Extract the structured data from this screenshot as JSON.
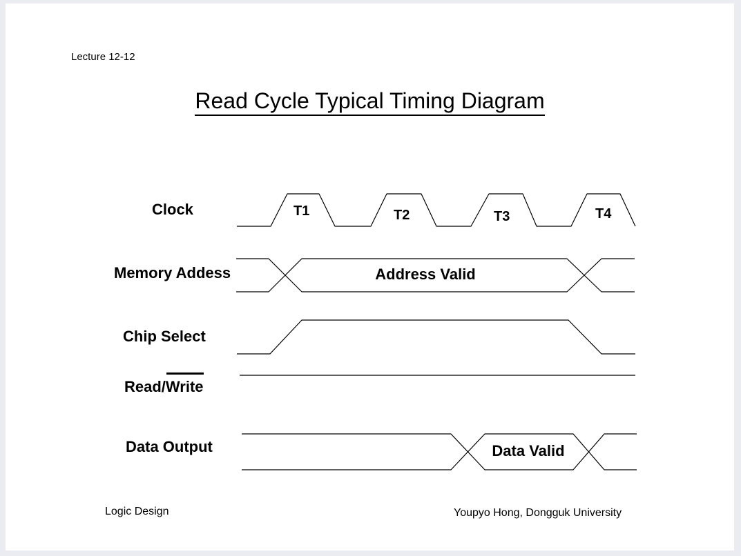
{
  "slide": {
    "lecture_label": "Lecture 12-12",
    "title": "Read Cycle Typical Timing Diagram",
    "footer": {
      "left": "Logic Design",
      "right": "Youpyo Hong, Dongguk University"
    }
  },
  "diagram": {
    "type": "timing-diagram",
    "signals": [
      {
        "label": "Clock",
        "waveform": "clock"
      },
      {
        "label": "Memory Addess",
        "waveform": "bus"
      },
      {
        "label": "Chip Select",
        "waveform": "level"
      },
      {
        "label_prefix": "Read/",
        "label_overline": "Write",
        "waveform": "line"
      },
      {
        "label": "Data Output",
        "waveform": "bus"
      }
    ],
    "clock_cycles": [
      "T1",
      "T2",
      "T3",
      "T4"
    ],
    "annotations": {
      "memory_address": "Address Valid",
      "data_output": "Data Valid"
    }
  },
  "colors": {
    "frame_background": "#EBECF1",
    "slide_background": "#FFFFFF",
    "line": "#000000",
    "text": "#000000"
  }
}
